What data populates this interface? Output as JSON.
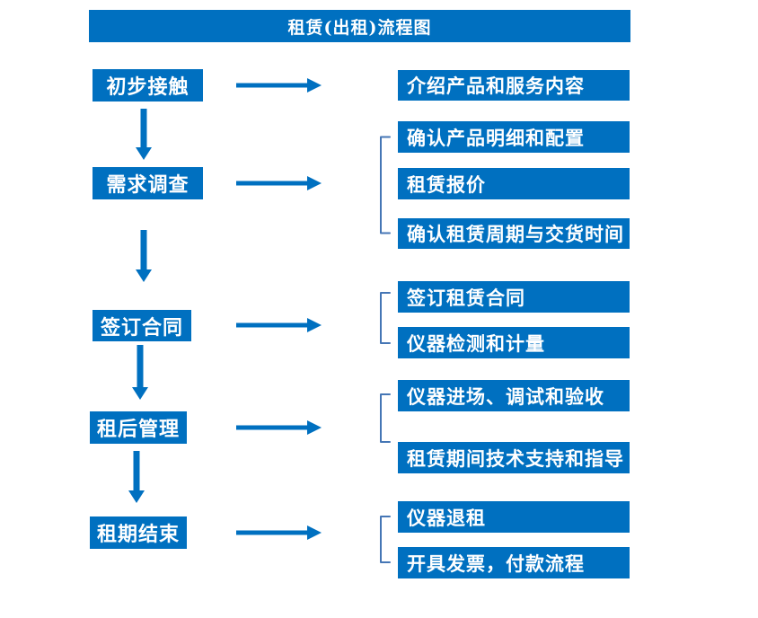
{
  "title": "租赁(出租)流程图",
  "colors": {
    "primary": "#0070C0",
    "bracket": "#4576B5",
    "text_on_primary": "#FFFFFF",
    "background": "#FFFFFF"
  },
  "groups": [
    {
      "step": "初步接触",
      "details": [
        "介绍产品和服务内容"
      ]
    },
    {
      "step": "需求调查",
      "details": [
        "确认产品明细和配置",
        "租赁报价",
        "确认租赁周期与交货时间"
      ]
    },
    {
      "step": "签订合同",
      "details": [
        "签订租赁合同",
        "仪器检测和计量"
      ]
    },
    {
      "step": "租后管理",
      "details": [
        "仪器进场、调试和验收",
        "租赁期间技术支持和指导"
      ]
    },
    {
      "step": "租期结束",
      "details": [
        "仪器退租",
        "开具发票，付款流程"
      ]
    }
  ]
}
